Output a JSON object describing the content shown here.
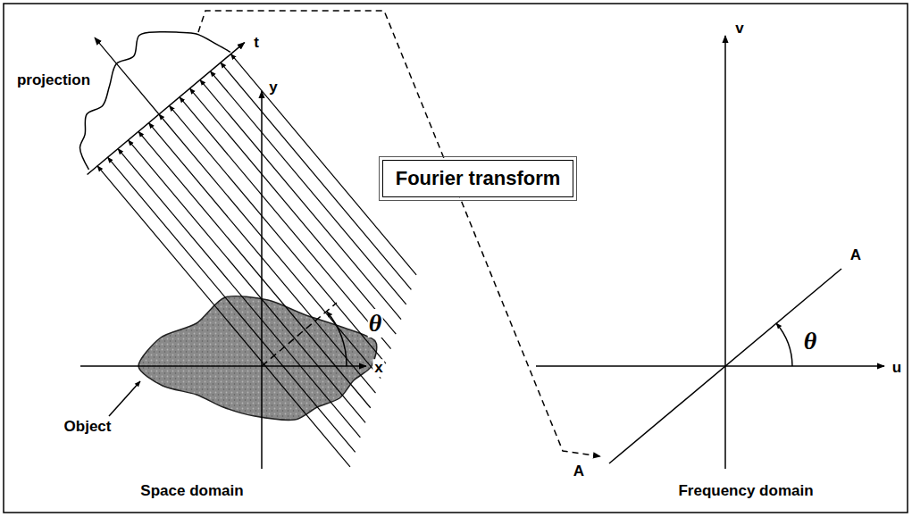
{
  "diagram": {
    "nodes": [
      {
        "text": [
          "Fourier transform"
        ]
      }
    ],
    "labels": [
      "projection",
      "t",
      "y",
      "x",
      "θ",
      "Object",
      "Space domain",
      "v",
      "A",
      "θ",
      "u",
      "A",
      "Frequency domain"
    ]
  }
}
